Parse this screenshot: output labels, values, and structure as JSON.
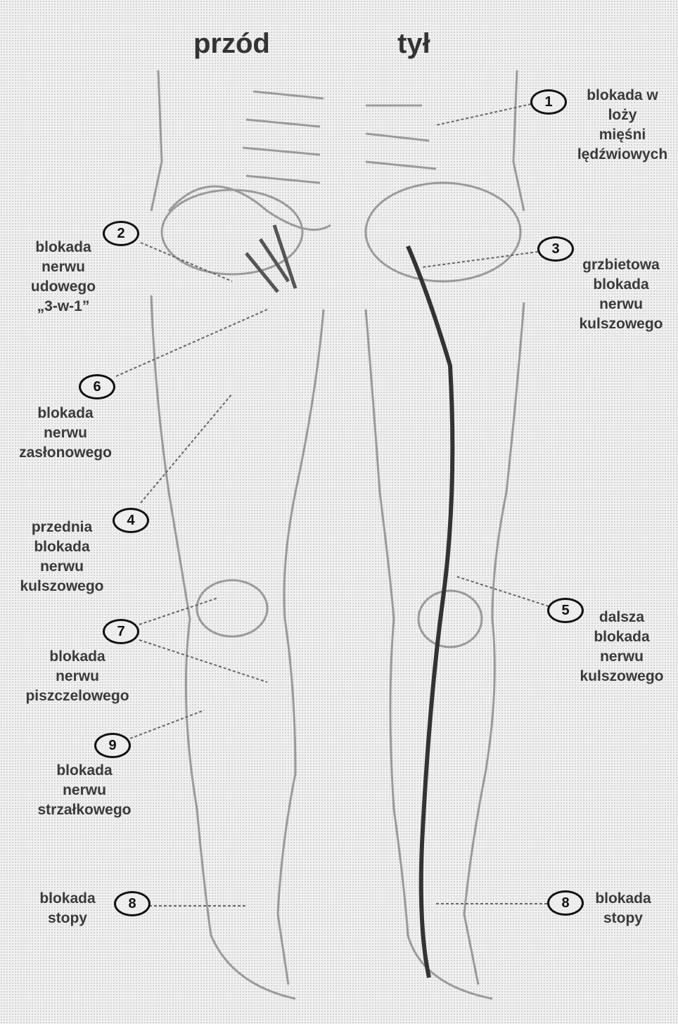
{
  "headers": {
    "front": "przód",
    "back": "tył"
  },
  "markers": [
    {
      "number": "1",
      "label": "blokada w\nloży\nmięśni\nlędźwiowych"
    },
    {
      "number": "2",
      "label": "blokada\nnerwu\nudowego\n„3-w-1”"
    },
    {
      "number": "3",
      "label": "grzbietowa\nblokada\nnerwu\nkulszowego"
    },
    {
      "number": "6",
      "label": "blokada\nnerwu\nzasłonowego"
    },
    {
      "number": "4",
      "label": "przednia\nblokada\nnerwu\nkulszowego"
    },
    {
      "number": "5",
      "label": "dalsza\nblokada\nnerwu\nkulszowego"
    },
    {
      "number": "7",
      "label": "blokada\nnerwu\npiszczelowego"
    },
    {
      "number": "9",
      "label": "blokada\nnerwu\nstrzałkowego"
    },
    {
      "number": "8",
      "label": "blokada\nstopy"
    },
    {
      "number": "8",
      "label": "blokada\nstopy"
    }
  ]
}
